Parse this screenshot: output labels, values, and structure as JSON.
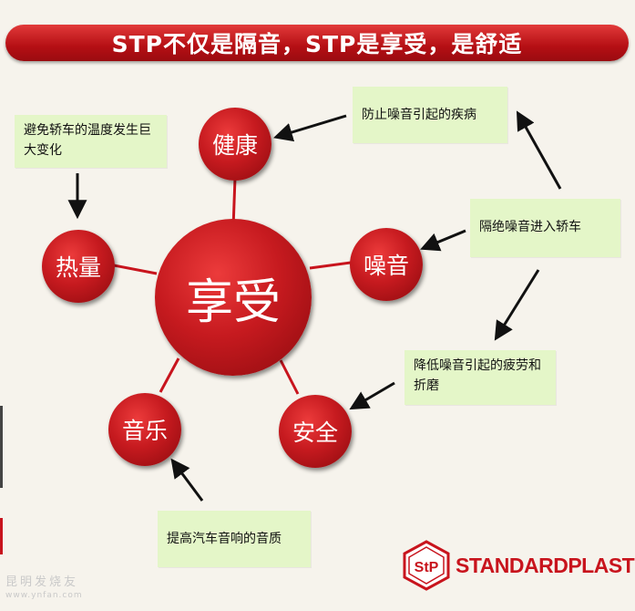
{
  "header": {
    "title": "STP不仅是隔音，STP是享受，是舒适"
  },
  "nodes": {
    "center": "享受",
    "health": "健康",
    "noise": "噪音",
    "heat": "热量",
    "safety": "安全",
    "music": "音乐"
  },
  "notes": {
    "prevent_disease": "防止噪音引起的疾病",
    "temp_change": "避免轿车的温度发生巨大变化",
    "isolate_noise": "隔绝噪音进入轿车",
    "reduce_fatigue": "降低噪音引起的疲劳和折磨",
    "improve_audio": "提高汽车音响的音质"
  },
  "logo": {
    "mark": "StP",
    "name": "STANDARDPLAST"
  },
  "watermark": {
    "text": "昆明发烧友",
    "url": "www.ynfan.com"
  },
  "colors": {
    "red": "#c61a1f",
    "note_bg": "#e4f6c8",
    "logo_red": "#c8141d"
  }
}
